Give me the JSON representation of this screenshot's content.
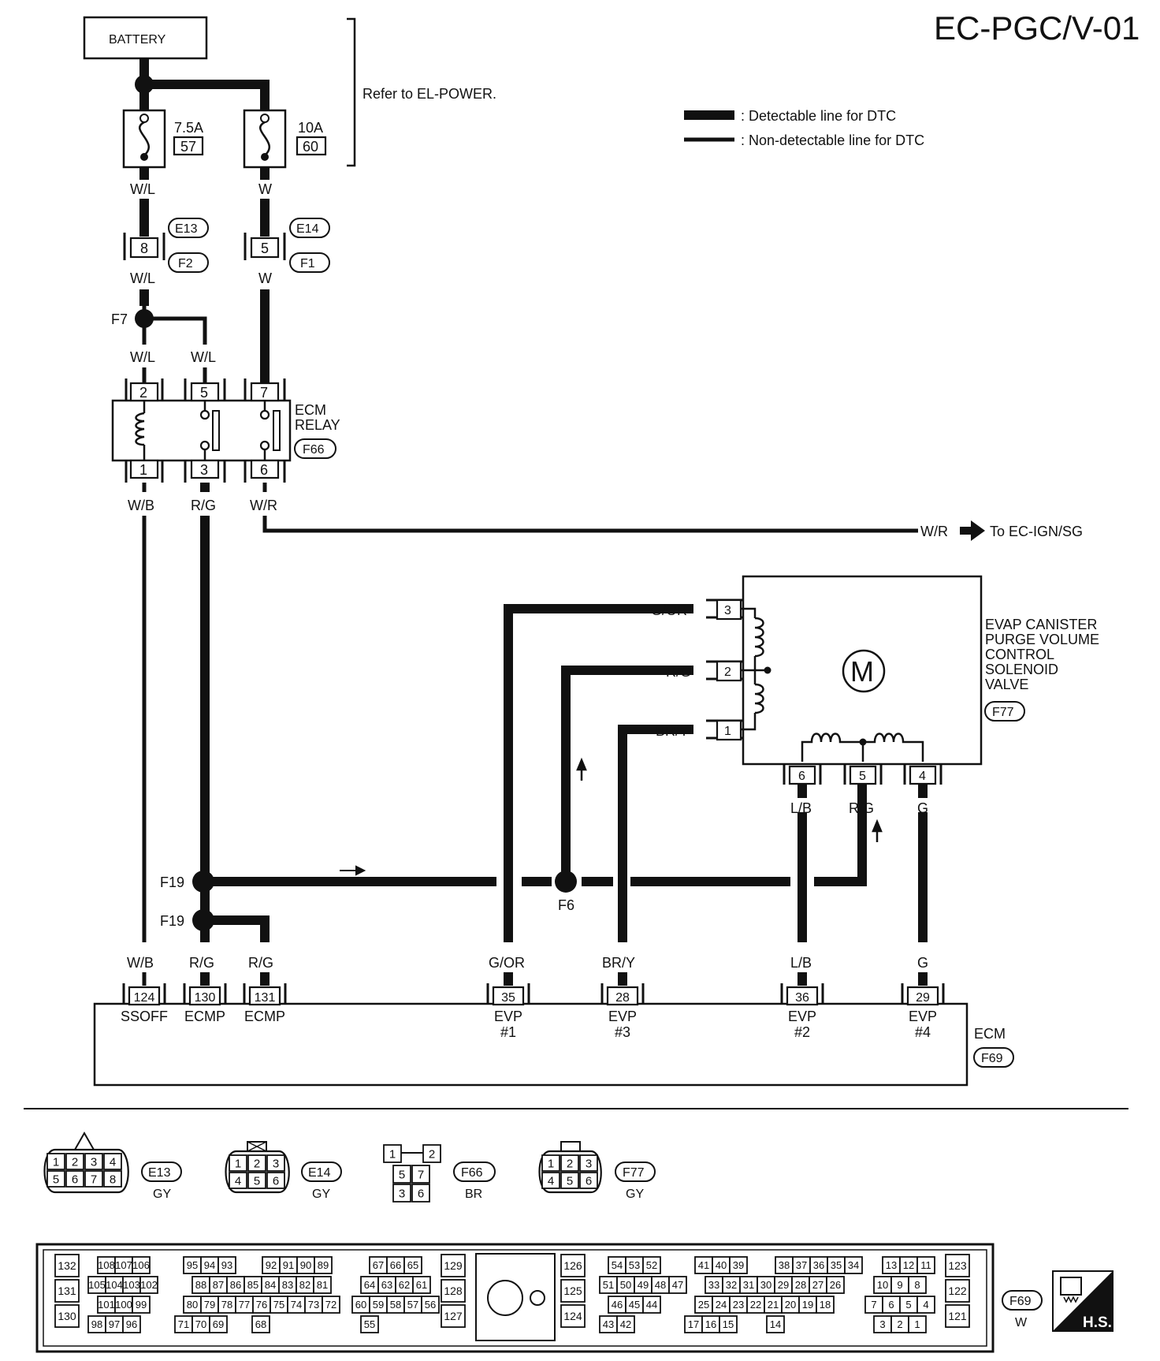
{
  "title": "EC-PGC/V-01",
  "refer_note": "Refer to EL-POWER.",
  "legend": {
    "detectable": ": Detectable line for DTC",
    "non_detectable": ": Non-detectable line for DTC"
  },
  "battery": "BATTERY",
  "fuses": [
    {
      "rating": "7.5A",
      "number": "57"
    },
    {
      "rating": "10A",
      "number": "60"
    }
  ],
  "wire_colors": {
    "wl": "W/L",
    "w": "W",
    "wb": "W/B",
    "rg": "R/G",
    "wr": "W/R",
    "gor": "G/OR",
    "bry": "BR/Y",
    "lb": "L/B",
    "g": "G"
  },
  "connectors": {
    "e13": "E13",
    "e14": "E14",
    "f2": "F2",
    "f1": "F1",
    "f7": "F7",
    "f66": "F66",
    "f77": "F77",
    "f69": "F69",
    "f19": "F19",
    "f6": "F6"
  },
  "pins": {
    "c8": "8",
    "c5": "5",
    "relay_top": [
      "2",
      "5",
      "7"
    ],
    "relay_bottom": [
      "1",
      "3",
      "6"
    ],
    "valve_left": [
      "3",
      "2",
      "1"
    ],
    "valve_bottom": [
      "6",
      "5",
      "4"
    ],
    "ecm": [
      "124",
      "130",
      "131",
      "35",
      "28",
      "36",
      "29"
    ]
  },
  "relay_label": [
    "ECM",
    "RELAY"
  ],
  "to_ign": "To EC-IGN/SG",
  "valve_label": [
    "EVAP CANISTER",
    "PURGE VOLUME",
    "CONTROL",
    "SOLENOID",
    "VALVE"
  ],
  "motor_symbol": "M",
  "ecm_label": "ECM",
  "ecm_terminals": [
    {
      "name": "SSOFF",
      "sub": ""
    },
    {
      "name": "ECMP",
      "sub": ""
    },
    {
      "name": "ECMP",
      "sub": ""
    },
    {
      "name": "EVP",
      "sub": "#1"
    },
    {
      "name": "EVP",
      "sub": "#3"
    },
    {
      "name": "EVP",
      "sub": "#2"
    },
    {
      "name": "EVP",
      "sub": "#4"
    }
  ],
  "connector_faces": {
    "e13": {
      "pins": [
        "1",
        "2",
        "3",
        "4",
        "5",
        "6",
        "7",
        "8"
      ],
      "color": "GY"
    },
    "e14": {
      "pins": [
        "1",
        "2",
        "3",
        "4",
        "5",
        "6"
      ],
      "color": "GY"
    },
    "f66": {
      "pins": [
        "1",
        "2",
        "5",
        "7",
        "3",
        "6"
      ],
      "color": "BR"
    },
    "f77": {
      "pins": [
        "1",
        "2",
        "3",
        "4",
        "5",
        "6"
      ],
      "color": "GY"
    },
    "f69": {
      "color": "W"
    }
  },
  "ecm_connector_rows": [
    [
      "132",
      "131",
      "130"
    ],
    [
      "108",
      "107",
      "106",
      "105",
      "104",
      "103",
      "102",
      "101",
      "100",
      "99",
      "98",
      "97",
      "96"
    ],
    [
      "95",
      "94",
      "93",
      "92",
      "91",
      "90",
      "89",
      "88",
      "87",
      "86",
      "85",
      "84",
      "83",
      "82",
      "81",
      "80",
      "79",
      "78",
      "77",
      "76",
      "75",
      "74",
      "73",
      "72",
      "71",
      "70",
      "69",
      "68"
    ],
    [
      "67",
      "66",
      "65",
      "64",
      "63",
      "62",
      "61",
      "60",
      "59",
      "58",
      "57",
      "56",
      "55"
    ],
    [
      "129",
      "128",
      "127"
    ],
    [
      "126",
      "125",
      "124"
    ],
    [
      "54",
      "53",
      "52",
      "51",
      "50",
      "49",
      "48",
      "47",
      "46",
      "45",
      "44",
      "43",
      "42"
    ],
    [
      "41",
      "40",
      "39",
      "38",
      "37",
      "36",
      "35",
      "34",
      "33",
      "32",
      "31",
      "30",
      "29",
      "28",
      "27",
      "26",
      "25",
      "24",
      "23",
      "22",
      "21",
      "20",
      "19",
      "18",
      "17",
      "16",
      "15",
      "14"
    ],
    [
      "13",
      "12",
      "11",
      "10",
      "9",
      "8",
      "7",
      "6",
      "5",
      "4",
      "3",
      "2",
      "1"
    ],
    [
      "123",
      "122",
      "121"
    ]
  ],
  "hs_badge": "H.S."
}
